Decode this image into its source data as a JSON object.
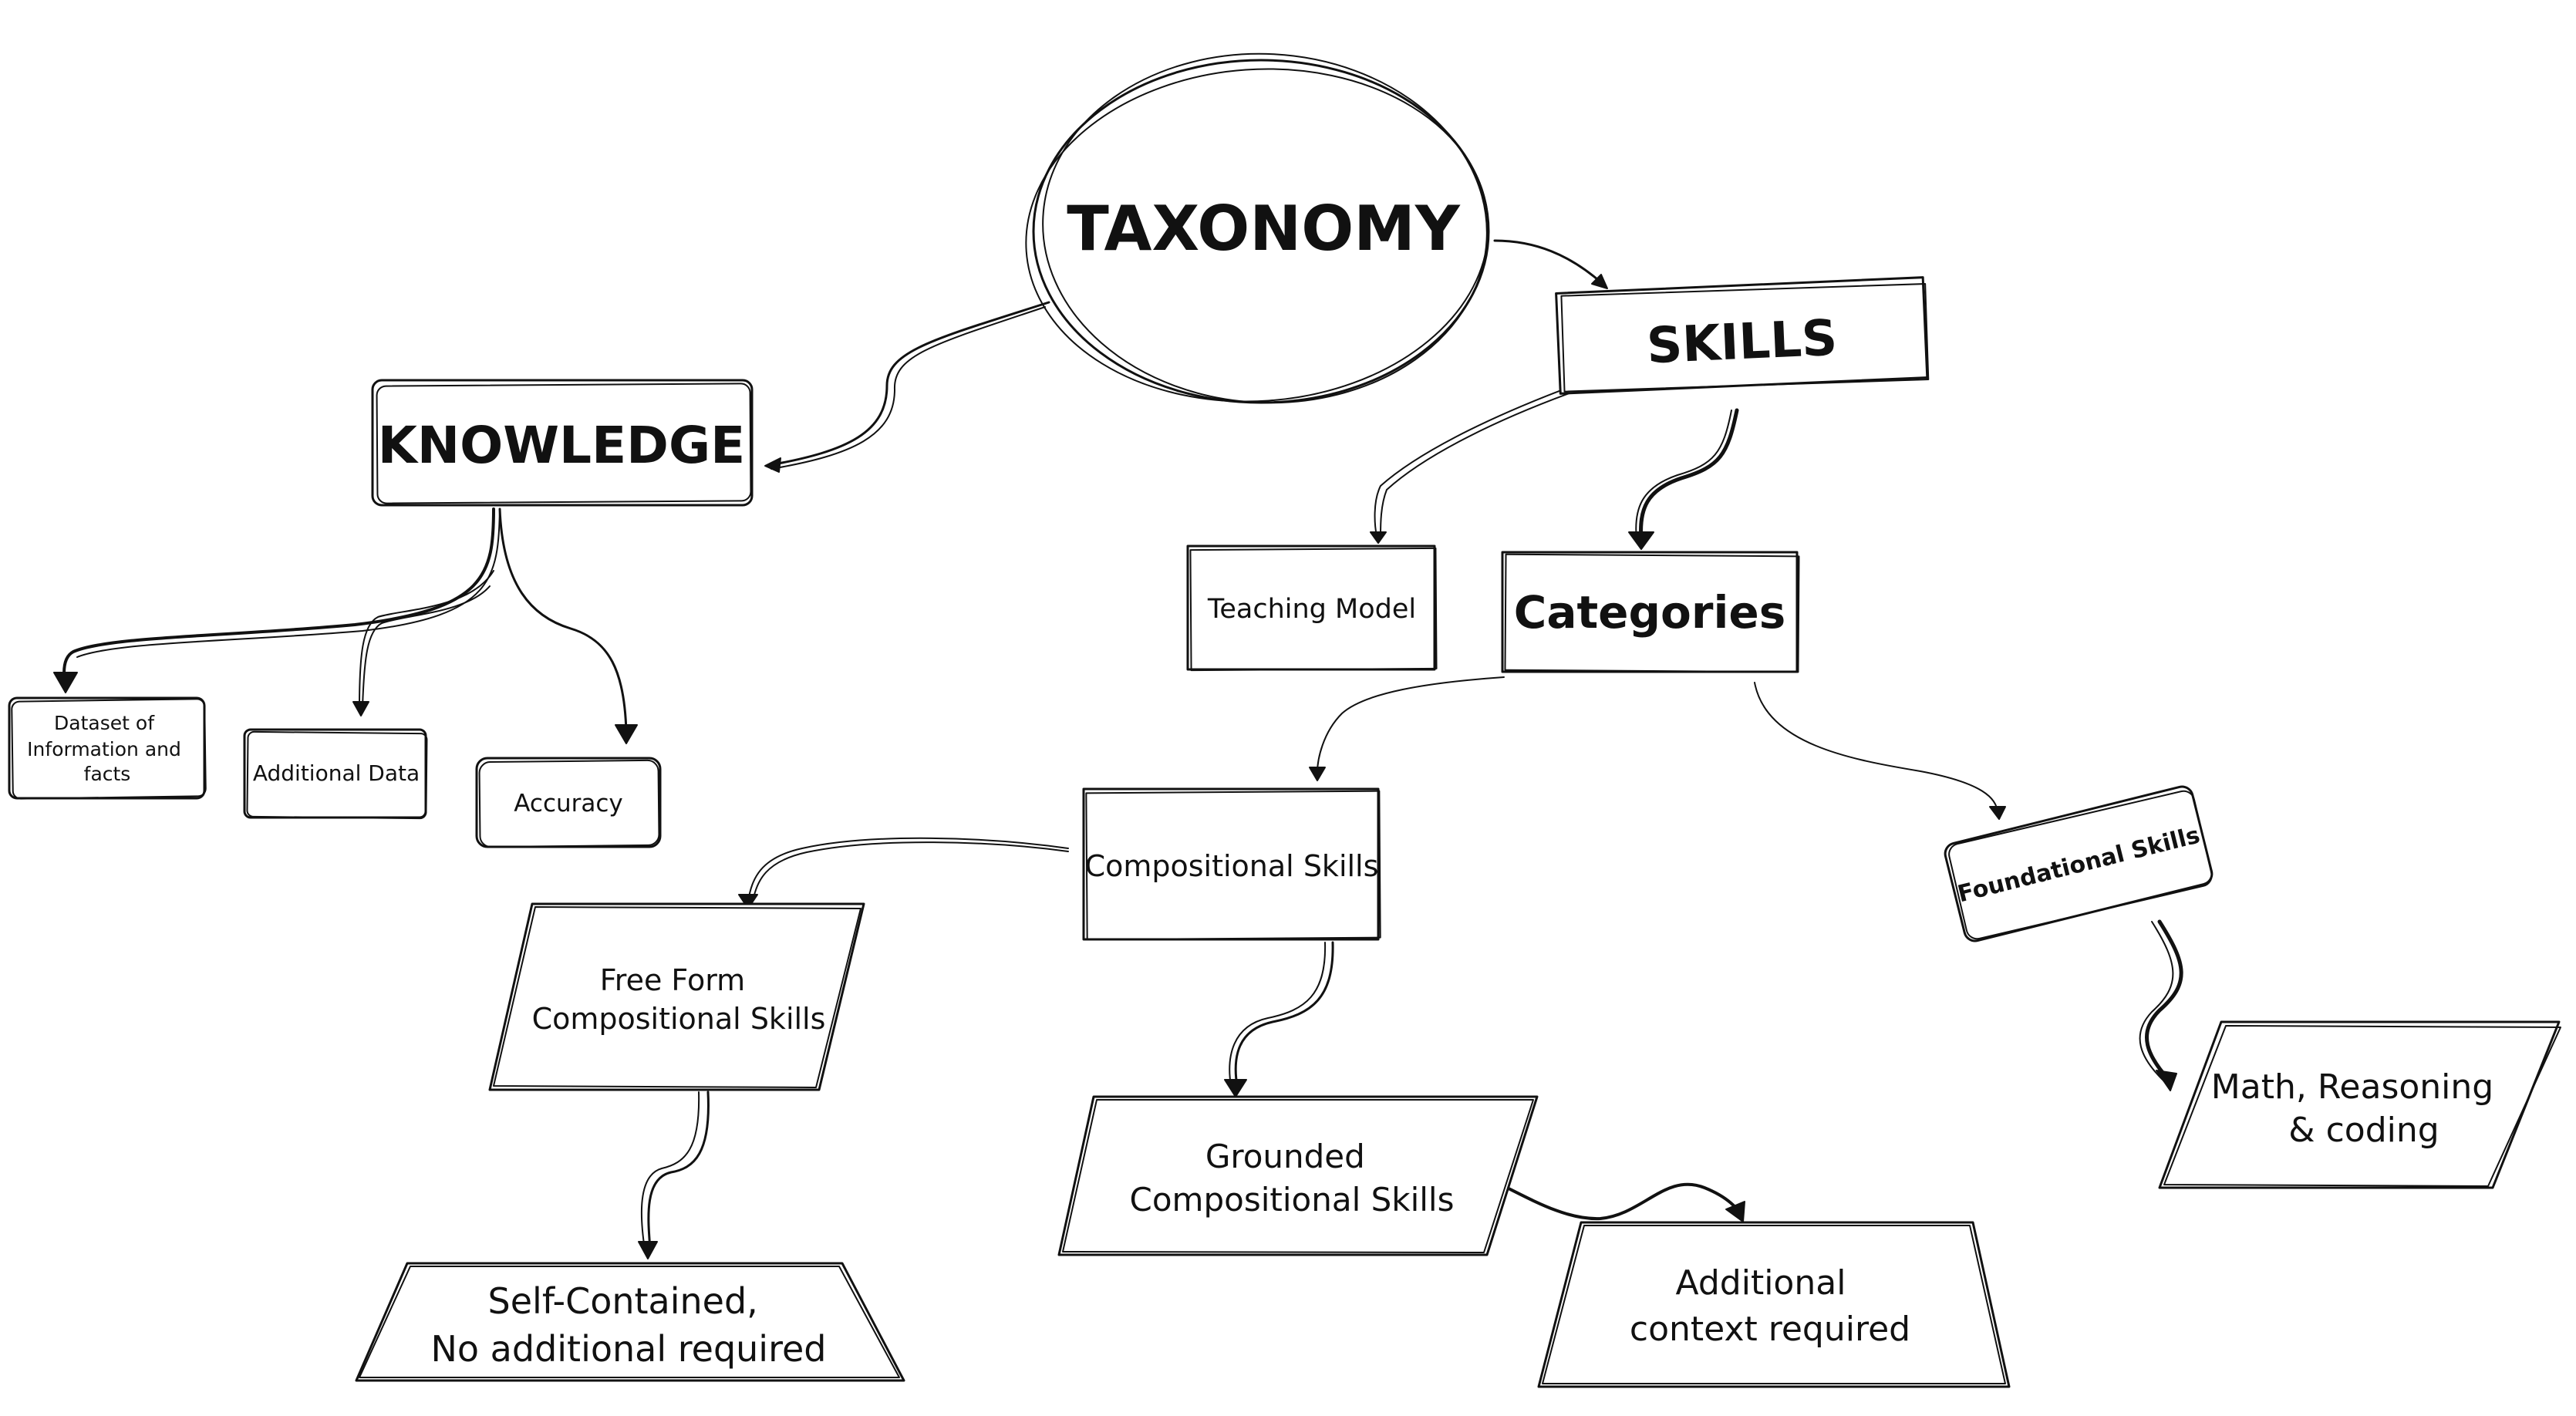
{
  "nodes": {
    "taxonomy": "TAXONOMY",
    "knowledge": "KNOWLEDGE",
    "skills": "SKILLS",
    "dataset": [
      "Dataset of",
      "Information and",
      "facts"
    ],
    "additional_data": "Additional Data",
    "accuracy": "Accuracy",
    "teaching_model": "Teaching Model",
    "categories": "Categories",
    "compositional_skills": "Compositional Skills",
    "foundational_skills": "Foundational Skills",
    "free_form": [
      "Free Form",
      "Compositional Skills"
    ],
    "grounded": [
      "Grounded",
      "Compositional Skills"
    ],
    "math_reasoning": [
      "Math, Reasoning",
      "& coding"
    ],
    "self_contained": [
      "Self-Contained,",
      "No additional required"
    ],
    "additional_context": [
      "Additional",
      "context required"
    ]
  }
}
